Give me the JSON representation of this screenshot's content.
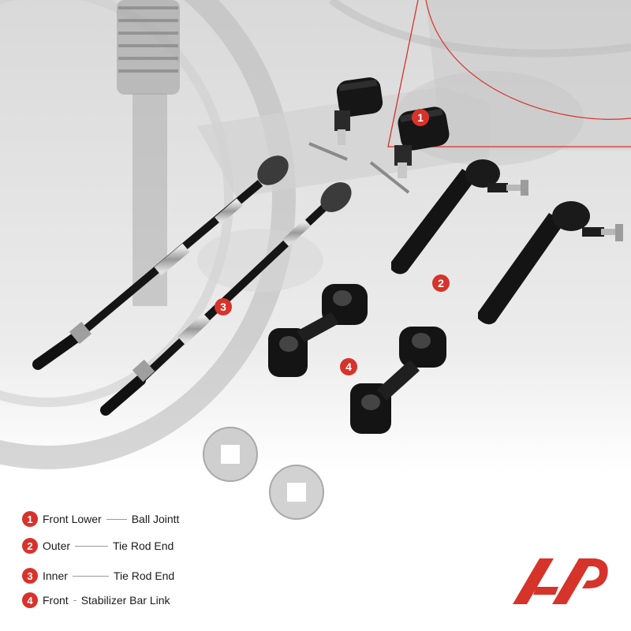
{
  "colors": {
    "accent": "#d6332b",
    "text": "#1a1a1a",
    "part_black": "#121212",
    "chrome": "#bfbfbf",
    "washer": "#cfcfcf"
  },
  "callouts": [
    "1",
    "2",
    "3",
    "4"
  ],
  "legend": [
    {
      "num": "1",
      "left": "Front Lower",
      "right": "Ball Jointt"
    },
    {
      "num": "2",
      "left": "Outer",
      "right": "Tie Rod End"
    },
    {
      "num": "3",
      "left": "Inner",
      "right": "Tie Rod End"
    },
    {
      "num": "4",
      "left": "Front",
      "right": "Stabilizer Bar Link"
    }
  ],
  "brand": {
    "logo": "a-premium-logo-icon"
  }
}
